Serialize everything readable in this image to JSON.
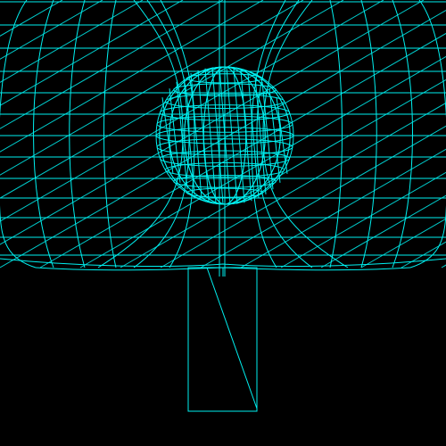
{
  "scene": {
    "background": "#000000",
    "wire_color": "#00f0f0",
    "objects": [
      {
        "kind": "torus-wireframe",
        "name": "outer-body"
      },
      {
        "kind": "sphere-wireframe",
        "name": "center-sphere"
      },
      {
        "kind": "box-wireframe",
        "name": "stem-box"
      }
    ]
  }
}
